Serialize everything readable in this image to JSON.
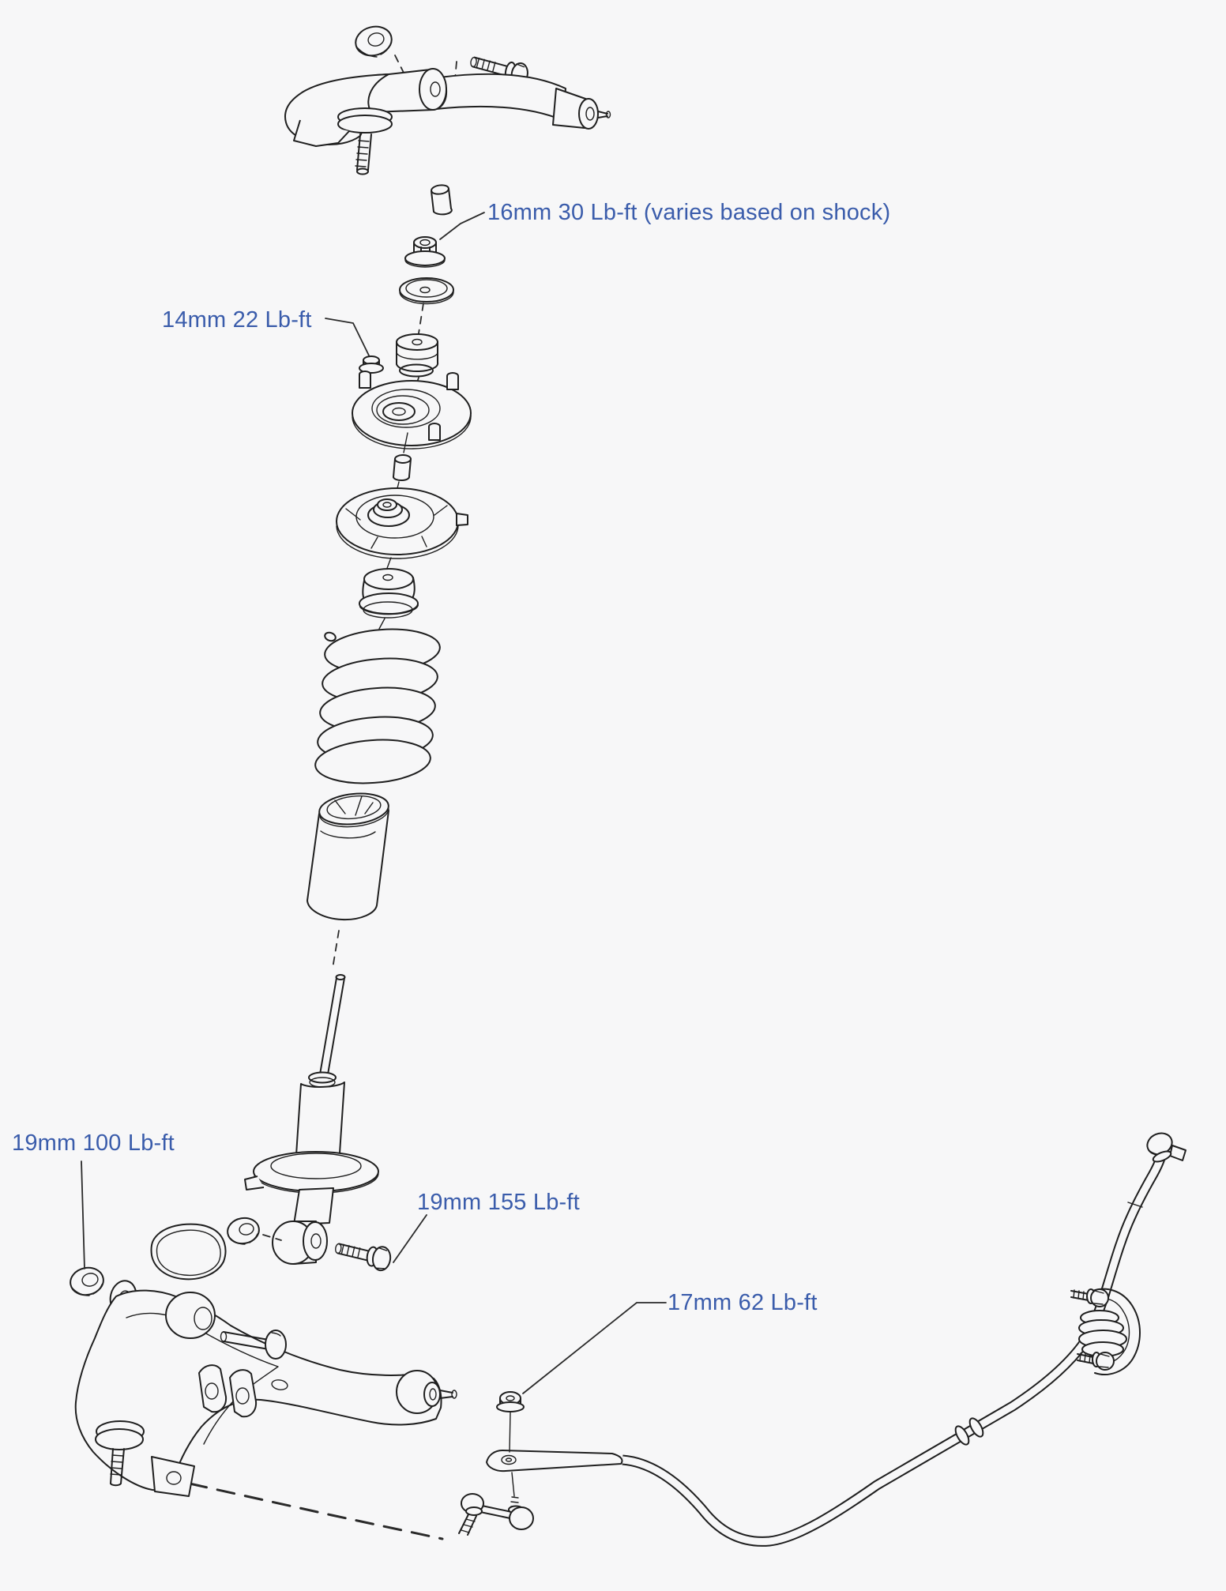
{
  "canvas": {
    "background": "#f7f7f8",
    "line_color": "#1f1f1f",
    "label_color": "#3a5cab"
  },
  "labels": [
    {
      "id": "torque-16mm",
      "text": "16mm 30 Lb-ft (varies based on shock)"
    },
    {
      "id": "torque-14mm",
      "text": "14mm 22 Lb-ft"
    },
    {
      "id": "torque-19mm-100",
      "text": "19mm 100 Lb-ft"
    },
    {
      "id": "torque-19mm-155",
      "text": "19mm 155 Lb-ft"
    },
    {
      "id": "torque-17mm",
      "text": "17mm 62 Lb-ft"
    }
  ],
  "components": [
    "upper-control-arm",
    "upper-arm-nut",
    "upper-arm-bolt",
    "upper-arm-ball-stud",
    "shock-stem-pin",
    "shock-top-nut",
    "retainer-washer",
    "stem-bushing",
    "mount-nut",
    "upper-shock-mount",
    "spacer-bushing",
    "upper-spring-seat",
    "spring-isolator",
    "coil-spring",
    "dust-boot",
    "shock-absorber",
    "lower-shock-nut",
    "lower-shock-bolt",
    "lower-control-arm",
    "arm-gasket",
    "arm-nut",
    "arm-washer",
    "arm-pivot-bolt",
    "ball-joint-stud",
    "sway-bar",
    "end-link",
    "end-link-nut",
    "sway-bar-bushing-bracket",
    "bracket-bolt-upper",
    "bracket-bolt-lower",
    "sway-bar-end-cap"
  ]
}
